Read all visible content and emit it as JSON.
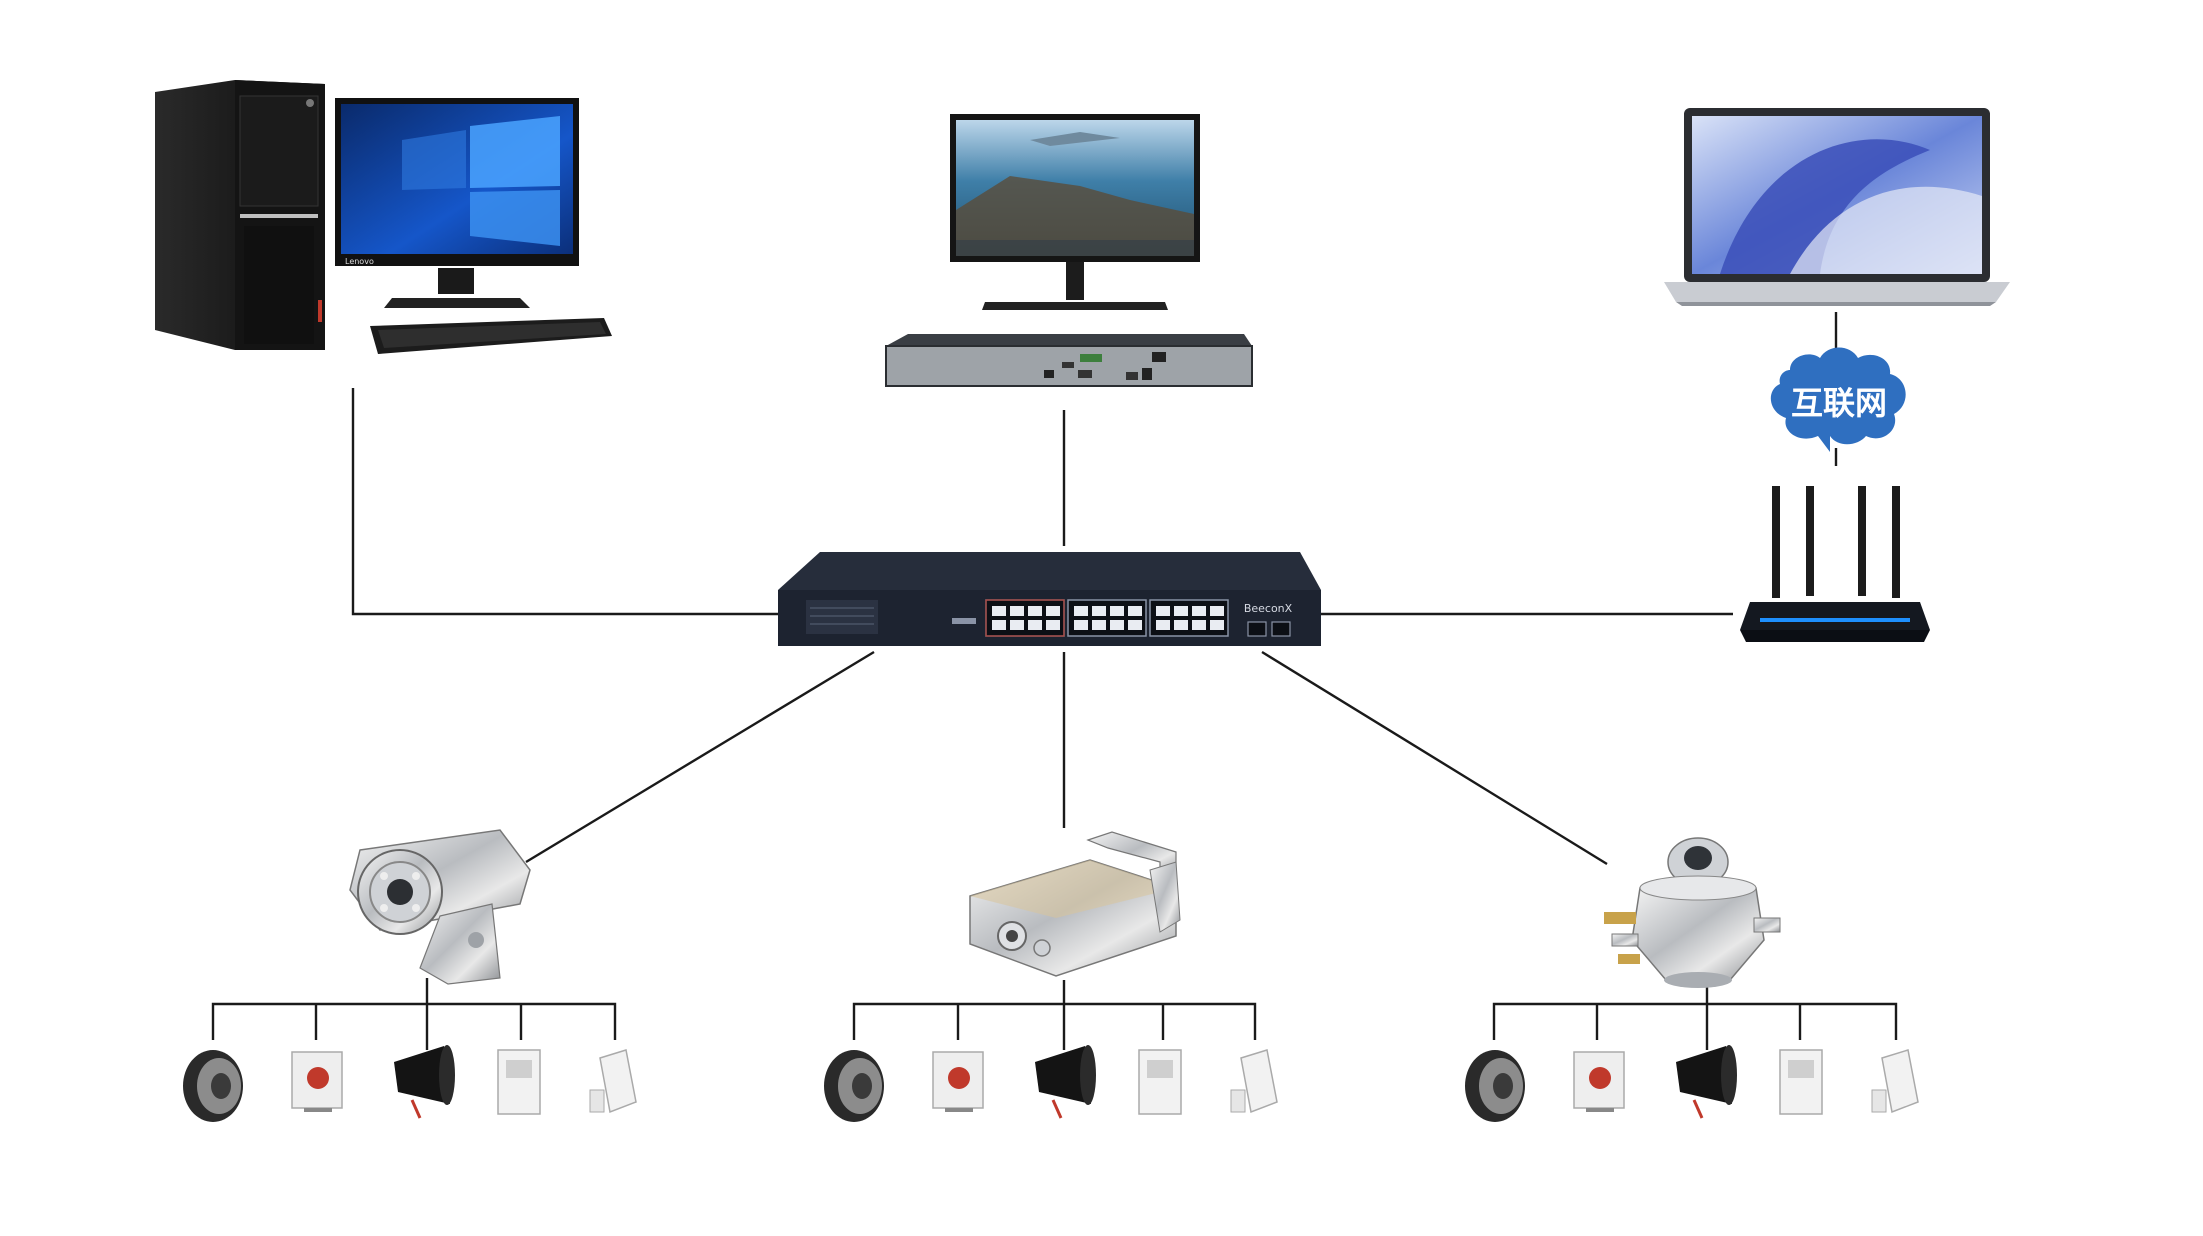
{
  "cloud": {
    "label": "互联网"
  },
  "switch": {
    "brand": "BeeconX"
  },
  "pc": {
    "monitor_brand": "Lenovo"
  },
  "colors": {
    "line": "#1a1a1a",
    "cloud": "#2f6fc0",
    "switch_body": "#1d2330",
    "accent_red": "#c0392b",
    "router_glow": "#1e90ff"
  },
  "icons": {
    "desktop": "desktop-pc-icon",
    "monitor": "monitor-icon",
    "nvr": "nvr-recorder-icon",
    "laptop": "laptop-icon",
    "router": "wifi-router-icon",
    "switch": "poe-switch-icon",
    "camera_bullet": "explosion-proof-bullet-camera-icon",
    "camera_box": "explosion-proof-box-camera-icon",
    "camera_dome": "explosion-proof-dome-camera-icon",
    "speaker": "speaker-icon",
    "alarm_button": "emergency-button-icon",
    "siren": "siren-horn-icon",
    "pir_sensor": "pir-sensor-icon",
    "door_sensor": "door-contact-sensor-icon"
  }
}
